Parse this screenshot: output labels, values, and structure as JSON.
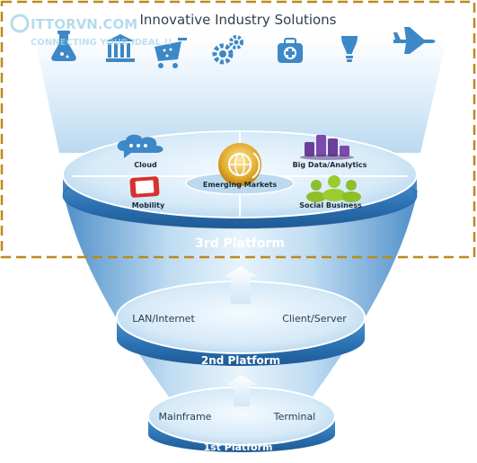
{
  "header": {
    "title": "Innovative Industry Solutions",
    "icons": [
      "flask-icon",
      "bank-icon",
      "shopping-cart-icon",
      "gears-icon",
      "medical-case-icon",
      "light-bulb-icon",
      "airplane-icon"
    ]
  },
  "watermark": {
    "brand": "ITTORVN.COM",
    "tagline": "CONNECTING YOUR IDEAL !!"
  },
  "third_platform": {
    "label": "3rd Platform",
    "center_label": "Emerging Markets",
    "segments": [
      {
        "label": "Cloud",
        "icon": "cloud-chat-icon"
      },
      {
        "label": "Big Data/Analytics",
        "icon": "bar-chart-icon"
      },
      {
        "label": "Mobility",
        "icon": "mobile-phone-icon"
      },
      {
        "label": "Social Business",
        "icon": "people-icon"
      }
    ]
  },
  "second_platform": {
    "label": "2nd Platform",
    "left_label": "LAN/Internet",
    "right_label": "Client/Server"
  },
  "first_platform": {
    "label": "1st Platform",
    "left_label": "Mainframe",
    "right_label": "Terminal"
  },
  "colors": {
    "band_blue": "#2f76b8",
    "disc_top": "#d9ecf8",
    "dashed_border": "#b98a1c",
    "icon_blue": "#3d88c7"
  }
}
